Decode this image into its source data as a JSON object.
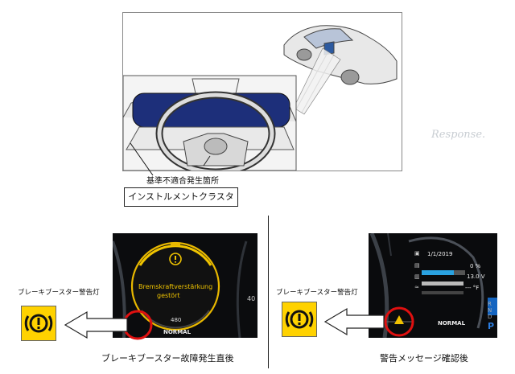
{
  "diagram": {
    "nonconformity_label": "基準不適合発生箇所",
    "cluster_label": "インストルメントクラスタ"
  },
  "left_panel": {
    "lamp_label": "ブレーキブースター警告灯",
    "caption": "ブレーキブースター故障発生直後",
    "message_line1": "Bremskraftverstärkung",
    "message_line2": "gestört",
    "gauge_value": "480",
    "mode": "NORMAL",
    "edge_value": "40"
  },
  "right_panel": {
    "lamp_label": "ブレーキブースター警告灯",
    "caption": "警告メッセージ確認後",
    "date": "1/1/2019",
    "row1_value": "0 %",
    "row2_value": "13.0 V",
    "row3_value": "--- °F",
    "mode": "NORMAL",
    "gears": [
      "R",
      "N",
      "D"
    ],
    "gear_active": "P"
  },
  "watermark": "Response.",
  "colors": {
    "lamp_yellow": "#ffd200",
    "highlight_red": "#e01010",
    "cluster_blue": "#1d2f7a",
    "gauge_amber": "#e8b800"
  }
}
